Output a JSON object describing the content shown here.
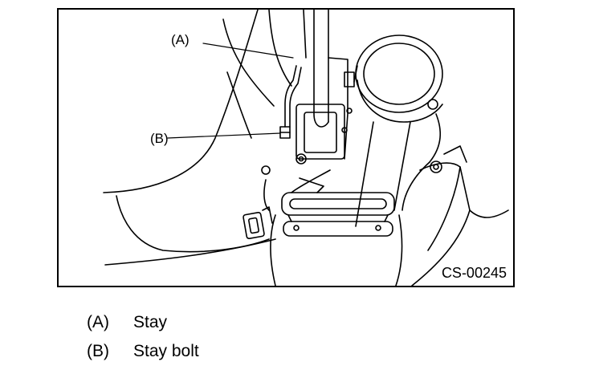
{
  "figure": {
    "code": "CS-00245",
    "callouts": [
      {
        "key": "A",
        "text": "(A)"
      },
      {
        "key": "B",
        "text": "(B)"
      }
    ]
  },
  "legend": [
    {
      "key": "(A)",
      "label": "Stay"
    },
    {
      "key": "(B)",
      "label": "Stay bolt"
    }
  ]
}
